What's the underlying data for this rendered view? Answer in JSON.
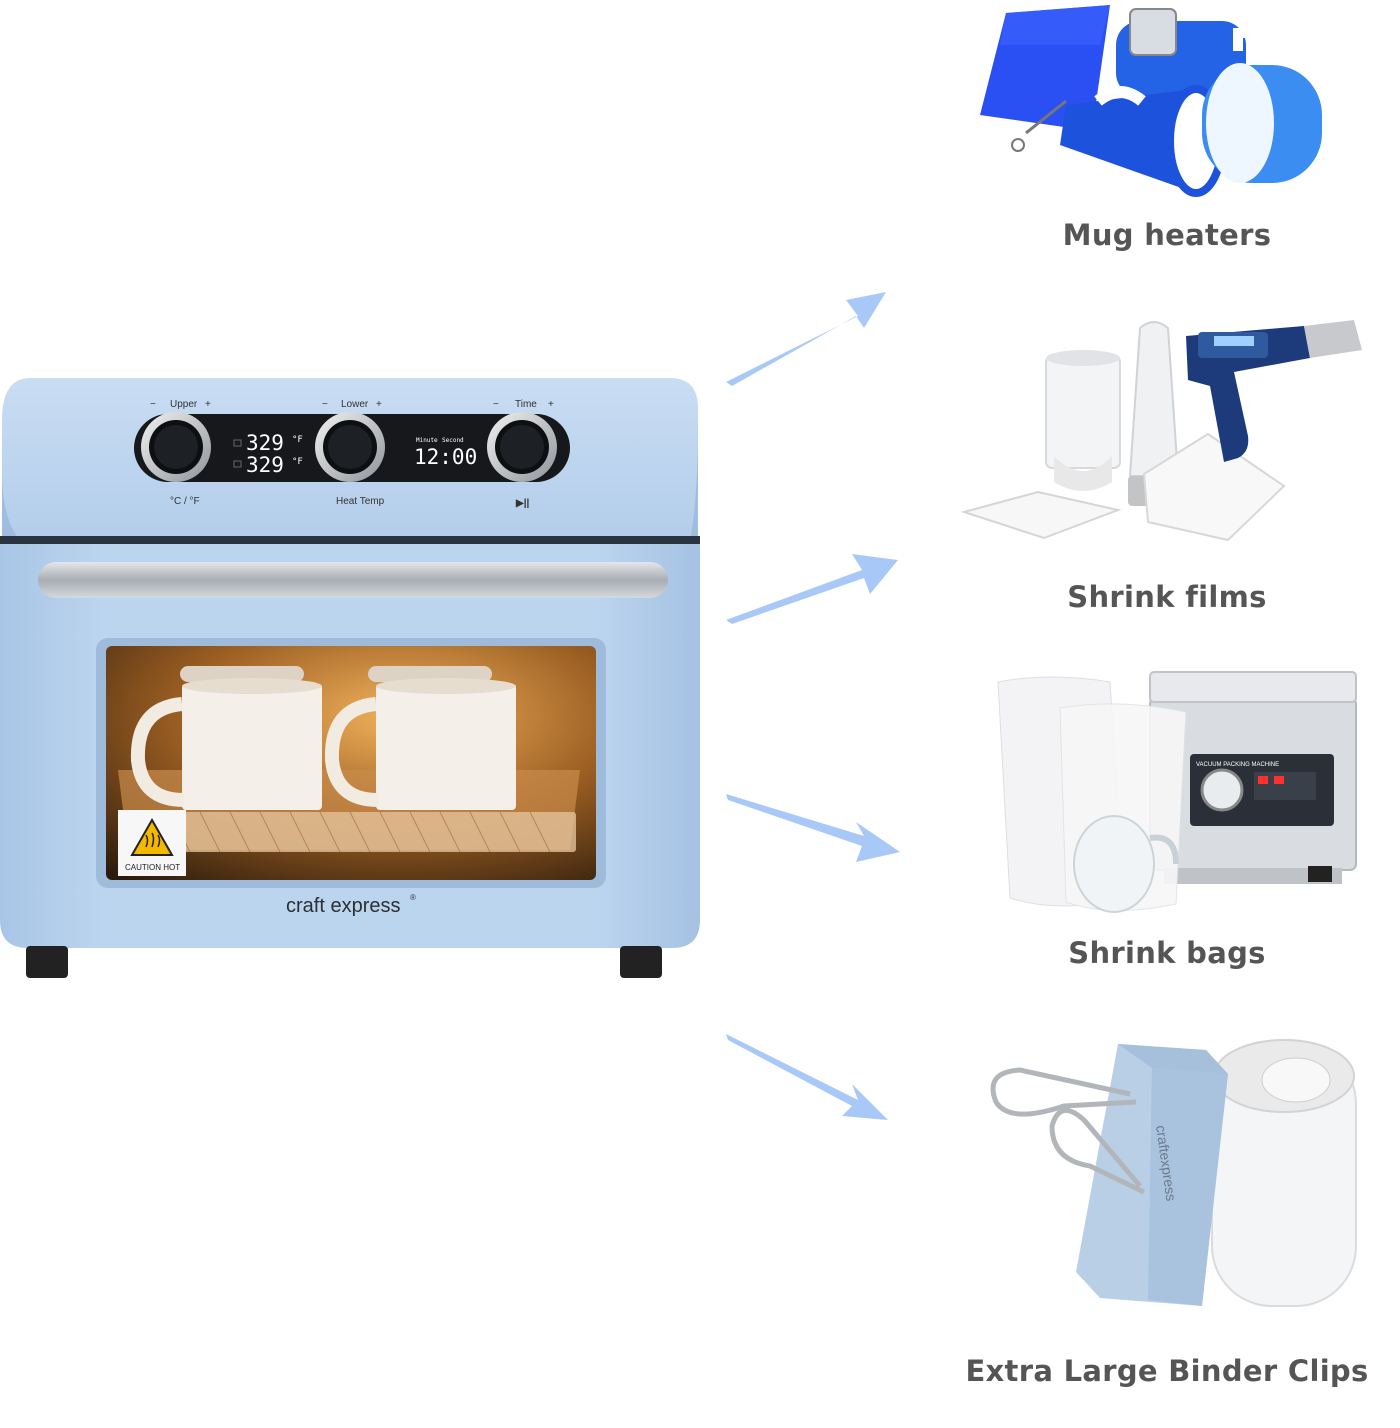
{
  "oven": {
    "knobs": [
      {
        "label": "Upper",
        "minus": "−",
        "plus": "+"
      },
      {
        "label": "Lower",
        "minus": "−",
        "plus": "+"
      },
      {
        "label": "Time",
        "minus": "−",
        "plus": "+"
      }
    ],
    "display_top": "329",
    "display_bottom": "329",
    "unit": "°F",
    "timer_labels": {
      "minute": "Minute",
      "second": "Second"
    },
    "timer": "12:00",
    "under_labels": {
      "left": "°C / °F",
      "middle": "Heat Temp",
      "right": "▶||"
    },
    "caution": "CAUTION HOT",
    "brand": "craft express",
    "brand_mark": "®"
  },
  "accessories": [
    {
      "name": "Mug heaters",
      "icon": "mug-heater-icon"
    },
    {
      "name": "Shrink films",
      "icon": "shrink-film-icon"
    },
    {
      "name": "Shrink bags",
      "icon": "shrink-bag-icon"
    },
    {
      "name": "Extra Large Binder Clips",
      "icon": "binder-clip-icon"
    }
  ],
  "vacuum_machine": {
    "panel_label": "VACUUM PACKING MACHINE"
  },
  "clip_brand": "craftexpress",
  "colors": {
    "oven_blue": "#b7d2ee",
    "arrow_blue": "#a8c8f8",
    "label_gray": "#555555",
    "mug_blue": "#1f57e0"
  }
}
